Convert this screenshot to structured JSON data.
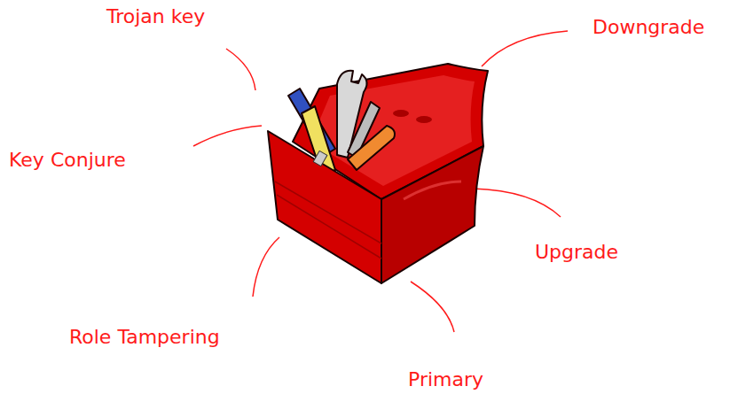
{
  "diagram": {
    "labels": [
      "Trojan key",
      "Downgrade",
      "Key Conjure",
      "Upgrade",
      "Role Tampering",
      "Primary"
    ]
  }
}
